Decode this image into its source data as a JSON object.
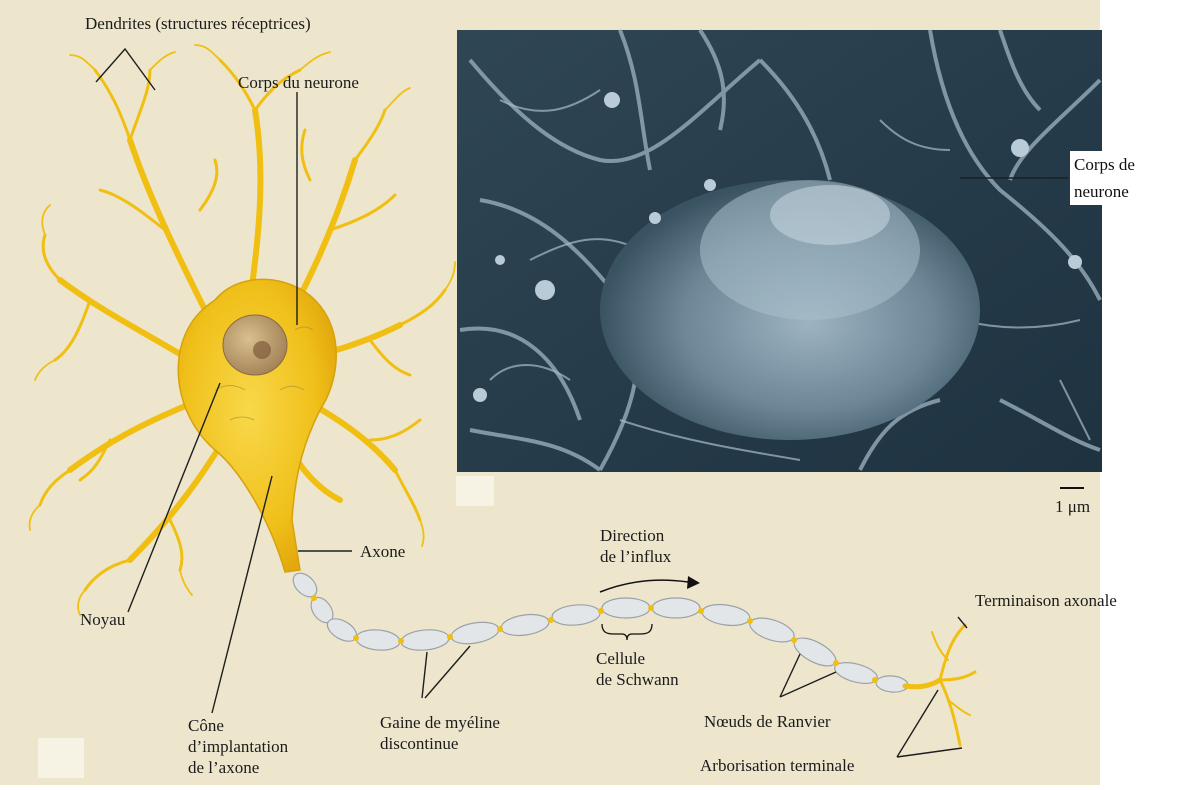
{
  "diagram": {
    "colors": {
      "background": "#ede6cd",
      "neuron_fill": "#f2c21c",
      "neuron_stroke": "#c99a0a",
      "nucleus": "#b89a6e",
      "micrograph": "#6e8796",
      "leader_line": "#1e1e1e"
    },
    "labels": {
      "dendrites": "Dendrites (structures réceptrices)",
      "corps_du_neurone": "Corps du neurone",
      "axone": "Axone",
      "noyau": "Noyau",
      "cone_line1": "Cône",
      "cone_line2": "d’implantation",
      "cone_line3": "de l’axone",
      "gaine_line1": "Gaine de myéline",
      "gaine_line2": "discontinue",
      "direction_line1": "Direction",
      "direction_line2": "de l’influx",
      "cellule_line1": "Cellule",
      "cellule_line2": "de Schwann",
      "noeuds": "Nœuds de Ranvier",
      "arborisation": "Arborisation terminale",
      "terminaison": "Terminaison axonale",
      "corps_de_line1": "Corps de",
      "corps_de_line2": "neurone",
      "scale": "1 μm"
    }
  }
}
